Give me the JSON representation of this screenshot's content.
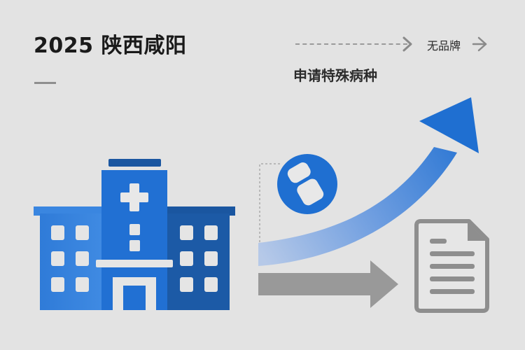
{
  "header": {
    "title": "2025 陕西咸阳",
    "brand_label": "无品牌",
    "subtitle": "申请特殊病种"
  },
  "illustration": {
    "icons": [
      "hospital-icon",
      "pill-capsule-icon",
      "trend-up-arrow-icon",
      "right-arrow-icon",
      "document-icon"
    ],
    "colors": {
      "background": "#e3e3e3",
      "primary_blue": "#1f6fd1",
      "dark_blue": "#1a56a0",
      "light_blue": "#3d88e0",
      "gray": "#9a9a9a",
      "text_dark": "#1a1a1a"
    }
  }
}
